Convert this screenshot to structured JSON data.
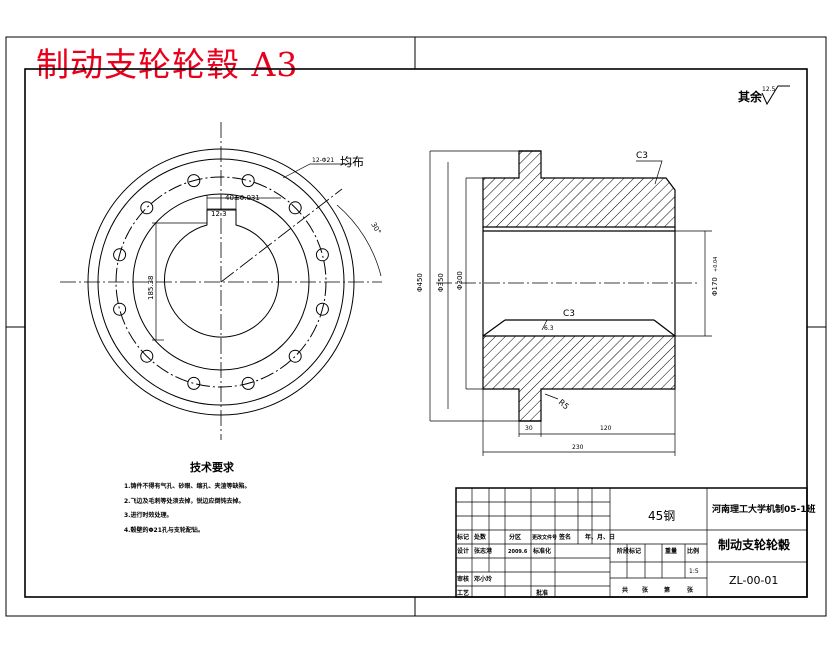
{
  "title": "制动支轮轮毂 A3",
  "surface_note": "其余",
  "surface_value": "12.5",
  "front_view": {
    "holes_label": "12-Φ21",
    "holes_suffix": "均布",
    "keyway_tol": "40±0.031",
    "key_width": "12.3",
    "key_depth": "185.38",
    "angle_label": "30°"
  },
  "section_view": {
    "chamfer_top": "C3",
    "chamfer_bottom": "C3",
    "fillet": "R5",
    "roughness": "6.3",
    "dia_outer": "Φ450",
    "dia_bolt": "Φ350",
    "dia_hub": "Φ300",
    "dia_bore": "Φ170",
    "bore_tol": "+0.04",
    "dim_flange": "30",
    "dim_hub": "120",
    "dim_total": "230"
  },
  "tech_requirements": {
    "heading": "技术要求",
    "items": [
      "1.铸件不得有气孔、砂眼、缩孔、夹渣等缺陷。",
      "2.飞边及毛刺等处须去掉，锐边应倒钝去掉。",
      "3.进行时效处理。",
      "4.毂壁的Φ21孔与支轮配钻。"
    ]
  },
  "title_block": {
    "material": "45钢",
    "school": "河南理工大学机制05-1班",
    "part_name": "制动支轮轮毂",
    "drawing_no": "ZL-00-01",
    "scale": "1:5",
    "hdr_mark": "标记",
    "hdr_count": "处数",
    "hdr_zone": "分区",
    "hdr_change": "更改文件号",
    "hdr_sign": "签名",
    "hdr_date": "年、月、日",
    "design_label": "设计",
    "designer": "张志港",
    "design_date": "2009.6",
    "std_label": "标准化",
    "stage_label": "阶段标记",
    "weight_label": "重量",
    "scale_label": "比例",
    "review_label": "审核",
    "reviewer": "邓小玲",
    "process_label": "工艺",
    "approve_label": "批准",
    "sheet_total": "共",
    "sheet_unit": "张",
    "sheet_no": "第",
    "sheet_unit2": "张"
  }
}
